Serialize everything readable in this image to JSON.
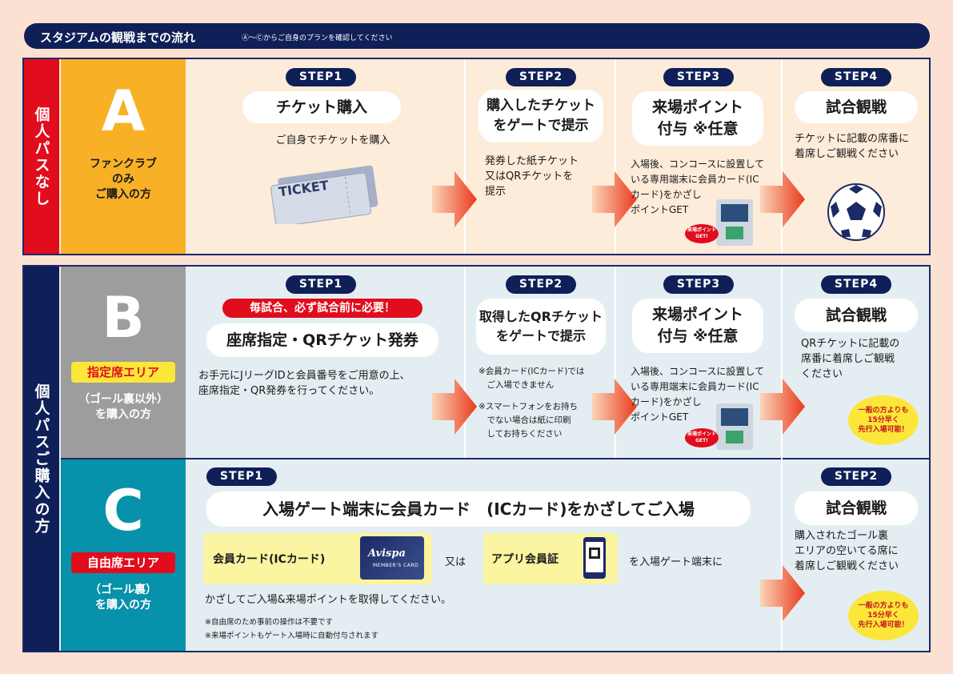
{
  "banner": {
    "title": "スタジアムの観戦までの流れ",
    "subtitle": "Ⓐ〜Ⓒからご自身のプランを確認してください"
  },
  "sectionA": {
    "side_label": "個人パスなし",
    "letter": "A",
    "plan": "ファンクラブ\nのみ\nご購入の方",
    "steps": [
      {
        "tag": "STEP1",
        "title": "チケット購入",
        "text": "ご自身でチケットを購入",
        "ticket": "TICKET"
      },
      {
        "tag": "STEP2",
        "title": "購入したチケット\nをゲートで提示",
        "text": "発券した紙チケット\n又はQRチケットを\n提示"
      },
      {
        "tag": "STEP3",
        "title": "来場ポイント\n付与 ※任意",
        "text": "入場後、コンコースに設置して\nいる専用端末に会員カード(IC\nカード)をかざし\nポイントGET",
        "burst": "来場ポイント\nGET!"
      },
      {
        "tag": "STEP4",
        "title": "試合観戦",
        "text": "チケットに記載の席番に\n着席しご観戦ください"
      }
    ]
  },
  "sectionBC": {
    "side_label": "個人パスご購入の方"
  },
  "sectionB": {
    "letter": "B",
    "area": "指定席エリア",
    "plan": "（ゴール裏以外）\nを購入の方",
    "steps": [
      {
        "tag": "STEP1",
        "notice": "毎試合、必ず試合前に必要！",
        "title": "座席指定・QRチケット発券",
        "text": "お手元にJリーグIDと会員番号をご用意の上、\n座席指定・QR発券を行ってください。"
      },
      {
        "tag": "STEP2",
        "title": "取得したQRチケット\nをゲートで提示",
        "note1": "※会員カード(ICカード)では\n　ご入場できません",
        "note2": "※スマートフォンをお持ち\n　でない場合は紙に印刷\n　してお持ちください"
      },
      {
        "tag": "STEP3",
        "title": "来場ポイント\n付与 ※任意",
        "text": "入場後、コンコースに設置して\nいる専用端末に会員カード(IC\nカード)をかざし\nポイントGET",
        "burst": "来場ポイント\nGET!"
      },
      {
        "tag": "STEP4",
        "title": "試合観戦",
        "text": "QRチケットに記載の\n席番に着席しご観戦\nください",
        "burst": "一般の方よりも\n15分早く\n先行入場可能！"
      }
    ]
  },
  "sectionC": {
    "letter": "C",
    "area": "自由席エリア",
    "plan": "（ゴール裏）\nを購入の方",
    "step1": {
      "tag": "STEP1",
      "title": "入場ゲート端末に会員カード　(ICカード)をかざしてご入場",
      "card_label": "会員カード(ICカード)",
      "or": "又は",
      "app_label": "アプリ会員証",
      "to_gate": "を入場ゲート端末に",
      "text": "かざしてご入場&来場ポイントを取得してください。",
      "note1": "※自由席のため事前の操作は不要です",
      "note2": "※来場ポイントもゲート入場時に自動付与されます",
      "member_card": {
        "brand": "Avispa",
        "caption": "MEMBER'S CARD"
      }
    },
    "step2": {
      "tag": "STEP2",
      "title": "試合観戦",
      "text": "購入されたゴール裏\nエリアの空いてる席に\n着席しご観戦ください",
      "burst": "一般の方よりも\n15分早く\n先行入場可能！"
    }
  },
  "colors": {
    "navy": "#0f1f57",
    "red": "#e10c1c",
    "orange": "#f8b127",
    "gray": "#9d9d9d",
    "teal": "#0791aa"
  }
}
